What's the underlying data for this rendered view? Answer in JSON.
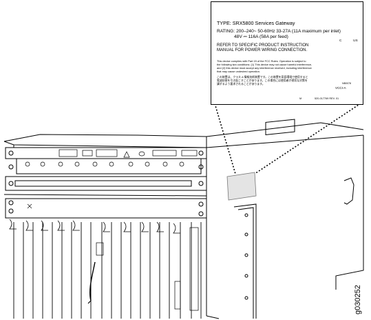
{
  "label": {
    "type_line": "TYPE: SRX5800 Services Gateway",
    "rating_line1": "RATING: 200–240~ 50-60Hz 33-27A (11A maximum per inlet)",
    "rating_line2": "48V ⎓ 116A (58A per feed)",
    "refer_line1": "REFER TO SPECIFIC PRODUCT INSTRUCTION",
    "refer_line2": "MANUAL FOR POWER WIRING CONNECTION.",
    "fcc_line1": "This device complies with Part 15 of the FCC Rules. Operation is subject to",
    "fcc_line2": "the following two conditions: (1) This device may not cause harmful interference,",
    "fcc_line3": "and (2) this device must accept any interference received, including interference",
    "fcc_line4": "that may cause undesired operation.",
    "jp_line1": "この装置は、クラス A 情報技術装置です。この装置を家庭環境で使用すると",
    "jp_line2": "電波妨害を引き起こすことがあります。この場合には使用者が適切な対策を",
    "jp_line3": "講ずるよう要求されることがあります。",
    "vcci": "VCCI-A",
    "m_mark": "M",
    "part_no": "520-017769 REV. 01",
    "csa_c": "C",
    "csa_us": "US",
    "nb_number": "NB0078"
  },
  "figure_id": "g030252",
  "icons": [
    "gs-mark-icon",
    "csa-mark-icon",
    "weee-bin-icon",
    "ce-mark-icon",
    "c-tick-icon"
  ]
}
